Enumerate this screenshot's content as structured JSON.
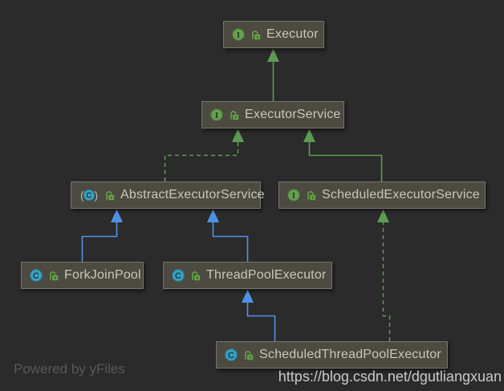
{
  "diagram": {
    "title": "Java Executor class hierarchy (UML diagram)",
    "nodes": [
      {
        "label": "Executor",
        "type": "interface"
      },
      {
        "label": "ExecutorService",
        "type": "interface"
      },
      {
        "label": "AbstractExecutorService",
        "type": "abstract-class"
      },
      {
        "label": "ScheduledExecutorService",
        "type": "interface"
      },
      {
        "label": "ForkJoinPool",
        "type": "class"
      },
      {
        "label": "ThreadPoolExecutor",
        "type": "class"
      },
      {
        "label": "ScheduledThreadPoolExecutor",
        "type": "class"
      }
    ],
    "edges": [
      {
        "from": "ExecutorService",
        "to": "Executor",
        "relation": "extends",
        "style": "solid-green"
      },
      {
        "from": "AbstractExecutorService",
        "to": "ExecutorService",
        "relation": "implements",
        "style": "dashed-green"
      },
      {
        "from": "ScheduledExecutorService",
        "to": "ExecutorService",
        "relation": "extends",
        "style": "solid-green"
      },
      {
        "from": "ForkJoinPool",
        "to": "AbstractExecutorService",
        "relation": "extends",
        "style": "solid-blue"
      },
      {
        "from": "ThreadPoolExecutor",
        "to": "AbstractExecutorService",
        "relation": "extends",
        "style": "solid-blue"
      },
      {
        "from": "ScheduledThreadPoolExecutor",
        "to": "ThreadPoolExecutor",
        "relation": "extends",
        "style": "solid-blue"
      },
      {
        "from": "ScheduledThreadPoolExecutor",
        "to": "ScheduledExecutorService",
        "relation": "implements",
        "style": "dashed-green"
      }
    ]
  },
  "icons": {
    "interface_letter": "I",
    "class_letter": "C",
    "abstract_paren_open": "(",
    "abstract_paren_close": ")"
  },
  "colors": {
    "background": "#2b2b2b",
    "node_fill": "#4c4a41",
    "node_border": "#77766c",
    "node_text": "#cac6bb",
    "inheritance_green": "#5d9b51",
    "inheritance_blue": "#4f92e5",
    "interface_icon": "#689f52",
    "class_icon": "#3aa2c0",
    "unlocked_icon": "#63a144"
  },
  "watermarks": {
    "yfiles": "Powered by yFiles",
    "csdn_url": "https://blog.csdn.net/dgutliangxuan"
  }
}
